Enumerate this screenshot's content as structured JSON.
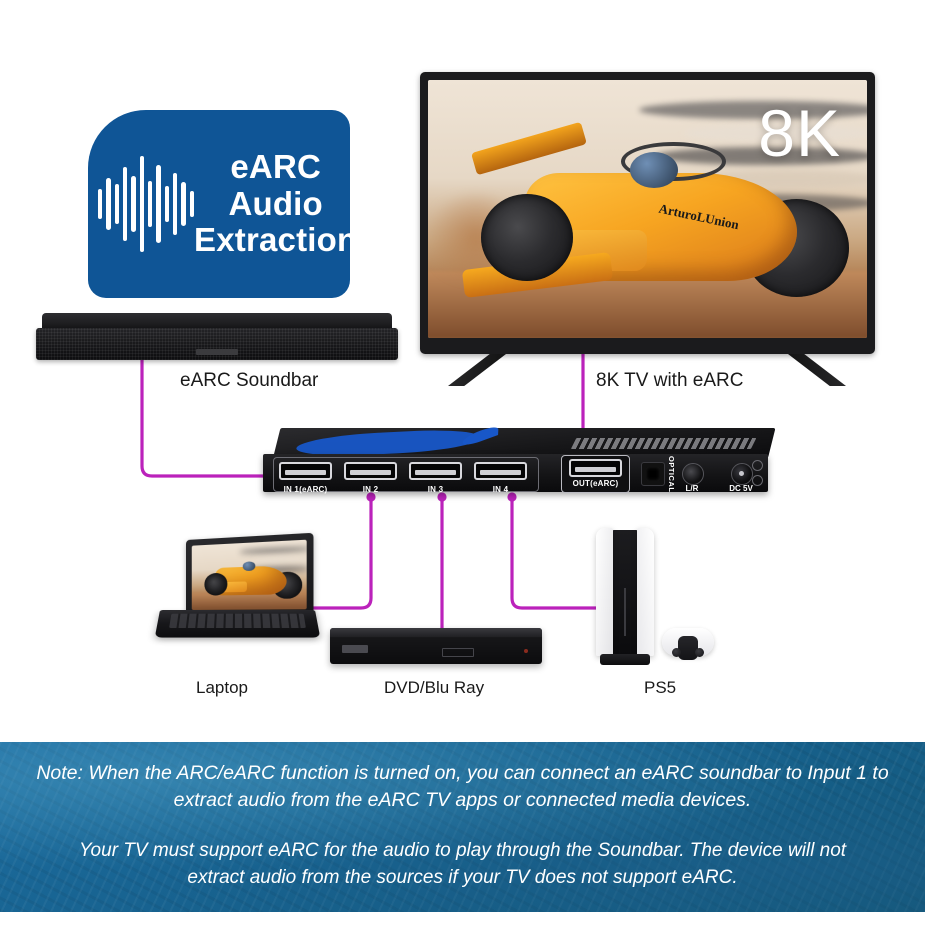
{
  "badge": {
    "icon": "audio-waveform-icon",
    "line1": "eARC",
    "line2": "Audio",
    "line3": "Extraction",
    "color": "#0f5596"
  },
  "tv": {
    "label": "8K TV with eARC",
    "overlay_text": "8K",
    "screen_content": "formula-one-race-car",
    "livery_text": "ArturoLUnion"
  },
  "soundbar": {
    "label": "eARC Soundbar"
  },
  "switcher": {
    "ports": [
      {
        "name": "hdmi-in-1",
        "label": "IN 1(eARC)"
      },
      {
        "name": "hdmi-in-2",
        "label": "IN 2"
      },
      {
        "name": "hdmi-in-3",
        "label": "IN 3"
      },
      {
        "name": "hdmi-in-4",
        "label": "IN 4"
      }
    ],
    "output_label": "OUT(eARC)",
    "optical_label": "OPTICAL",
    "analog_label": "L/R",
    "power_label": "DC 5V"
  },
  "sources": [
    {
      "name": "laptop",
      "label": "Laptop"
    },
    {
      "name": "dvd-blu-ray",
      "label": "DVD/Blu Ray"
    },
    {
      "name": "ps5",
      "label": "PS5"
    }
  ],
  "note": {
    "paragraph1": "Note: When the ARC/eARC function is turned on, you can connect an eARC soundbar to Input 1 to extract audio from the eARC TV apps or connected media devices.",
    "paragraph2": "Your TV must support eARC for the audio to play through the Soundbar. The device will not extract audio from the sources if your TV does not support eARC.",
    "background_color": "#17628f"
  },
  "cable_color": "#bb22bb"
}
